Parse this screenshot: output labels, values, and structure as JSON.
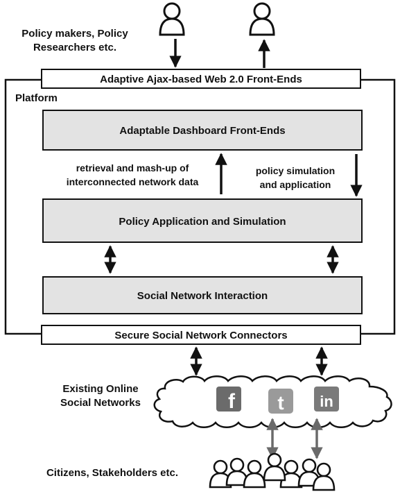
{
  "actors": {
    "top_label_line1": "Policy makers, Policy",
    "top_label_line2": "Researchers etc.",
    "bottom_label": "Citizens, Stakeholders etc."
  },
  "frontend_bar": {
    "label": "Adaptive Ajax-based Web 2.0 Front-Ends"
  },
  "platform": {
    "label": "Platform",
    "boxes": {
      "dashboard": "Adaptable Dashboard Front-Ends",
      "policy": "Policy Application and Simulation",
      "social": "Social Network Interaction"
    },
    "annotations": {
      "retrieval_line1": "retrieval and mash-up of",
      "retrieval_line2": "interconnected network data",
      "simulation_line1": "policy simulation",
      "simulation_line2": "and application"
    }
  },
  "connectors_bar": {
    "label": "Secure Social Network Connectors"
  },
  "networks": {
    "label_line1": "Existing Online",
    "label_line2": "Social Networks",
    "logos": [
      {
        "name": "facebook",
        "glyph": "f",
        "color": "#6b6b6b"
      },
      {
        "name": "twitter",
        "glyph": "t",
        "color": "#9a9a9a"
      },
      {
        "name": "linkedin",
        "glyph": "in",
        "color": "#7a7a7a"
      }
    ]
  }
}
